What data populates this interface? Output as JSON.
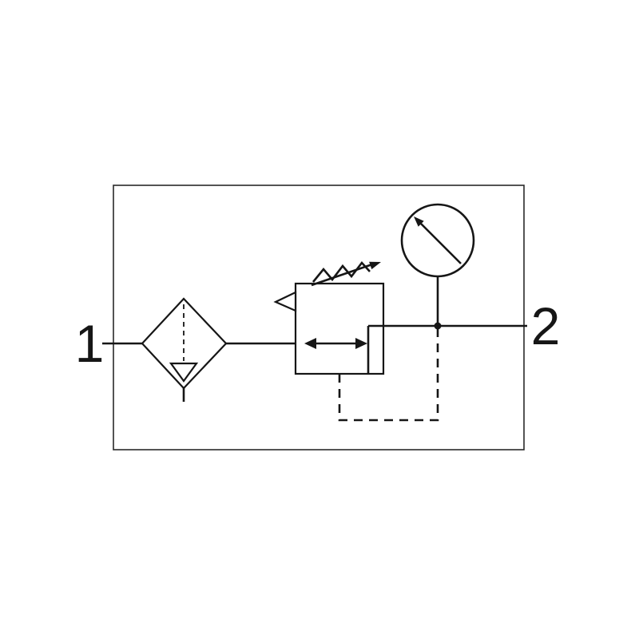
{
  "diagram": {
    "title": "Pneumatic filter-regulator circuit with pressure gauge",
    "colors": {
      "line": "#161616",
      "background": "#ffffff",
      "border": "#2a2a2a"
    },
    "ports": {
      "inlet_label": "1",
      "outlet_label": "2"
    },
    "components": {
      "filter": "filter-water-separator-icon",
      "regulator": "adjustable-pressure-regulator-icon",
      "gauge": "pressure-gauge-icon",
      "pilot": "dashed-pilot-feedback-line"
    }
  }
}
